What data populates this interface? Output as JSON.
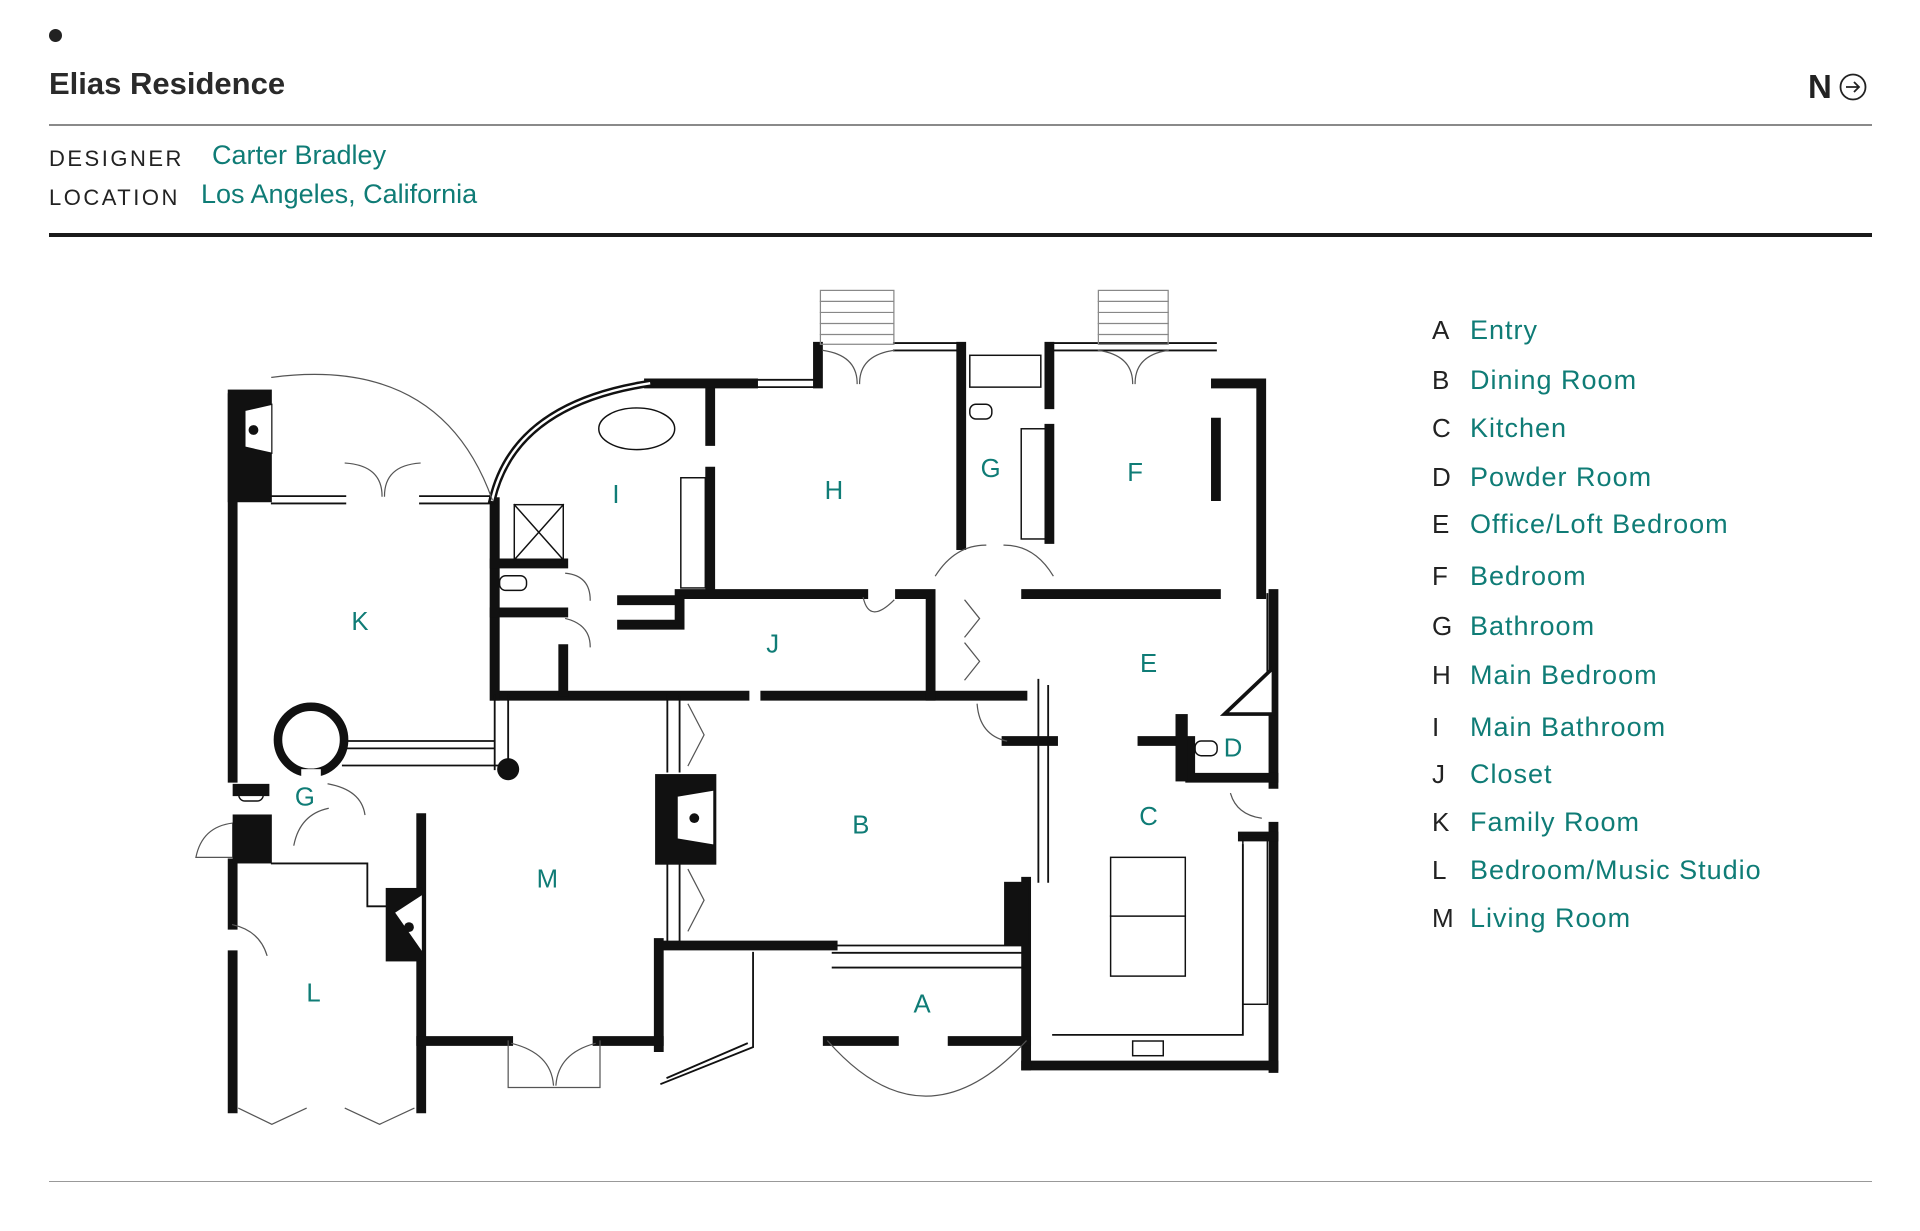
{
  "header": {
    "title": "Elias Residence",
    "north_label": "N",
    "north_icon": "arrow-right-circle-icon"
  },
  "meta": {
    "designer_label": "DESIGNER",
    "designer": "Carter Bradley",
    "location_label": "LOCATION",
    "location": "Los Angeles, California"
  },
  "colors": {
    "accent": "#0f7c76",
    "wall": "#111111"
  },
  "legend": [
    {
      "key": "A",
      "name": "Entry"
    },
    {
      "key": "B",
      "name": "Dining Room"
    },
    {
      "key": "C",
      "name": "Kitchen"
    },
    {
      "key": "D",
      "name": "Powder Room"
    },
    {
      "key": "E",
      "name": "Office/Loft Bedroom"
    },
    {
      "key": "F",
      "name": "Bedroom"
    },
    {
      "key": "G",
      "name": "Bathroom"
    },
    {
      "key": "H",
      "name": "Main Bedroom"
    },
    {
      "key": "I",
      "name": "Main Bathroom"
    },
    {
      "key": "J",
      "name": "Closet"
    },
    {
      "key": "K",
      "name": "Family Room"
    },
    {
      "key": "L",
      "name": "Bedroom/Music Studio"
    },
    {
      "key": "M",
      "name": "Living Room"
    }
  ],
  "plan_labels": {
    "A": "A",
    "B": "B",
    "C": "C",
    "D": "D",
    "E": "E",
    "F": "F",
    "G1": "G",
    "G2": "G",
    "H": "H",
    "I": "I",
    "J": "J",
    "K": "K",
    "L": "L",
    "M": "M"
  }
}
